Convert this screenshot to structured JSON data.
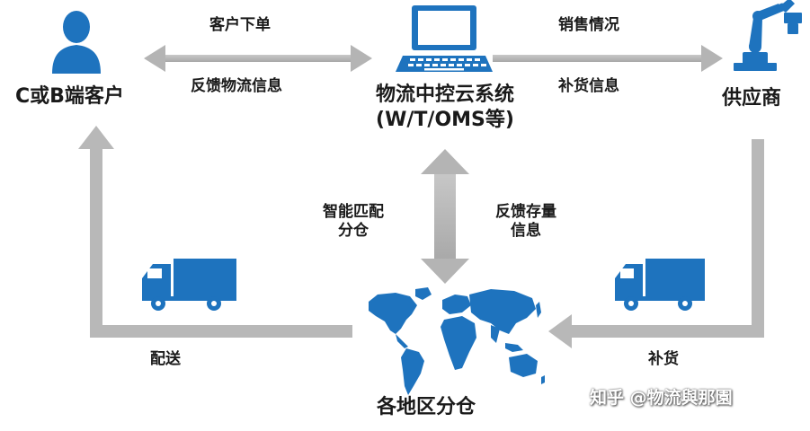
{
  "nodes": {
    "customer": "C或B端客户",
    "system_line1": "物流中控云系统",
    "system_line2": "(W/T/OMS等)",
    "supplier": "供应商",
    "warehouse": "各地区分仓"
  },
  "edges": {
    "customer_to_system": "客户下单",
    "system_to_customer": "反馈物流信息",
    "system_to_supplier": "销售情况",
    "supplier_from_system": "补货信息",
    "system_to_warehouse_line1": "智能匹配",
    "system_to_warehouse_line2": "分仓",
    "warehouse_to_system_line1": "反馈存量",
    "warehouse_to_system_line2": "信息",
    "warehouse_to_customer": "配送",
    "supplier_to_warehouse": "补货"
  },
  "watermark": "知乎 @物流與那園",
  "colors": {
    "icon_blue": "#1e73be",
    "arrow_gray": "#b4b4b4",
    "text": "#1a1a1a"
  }
}
